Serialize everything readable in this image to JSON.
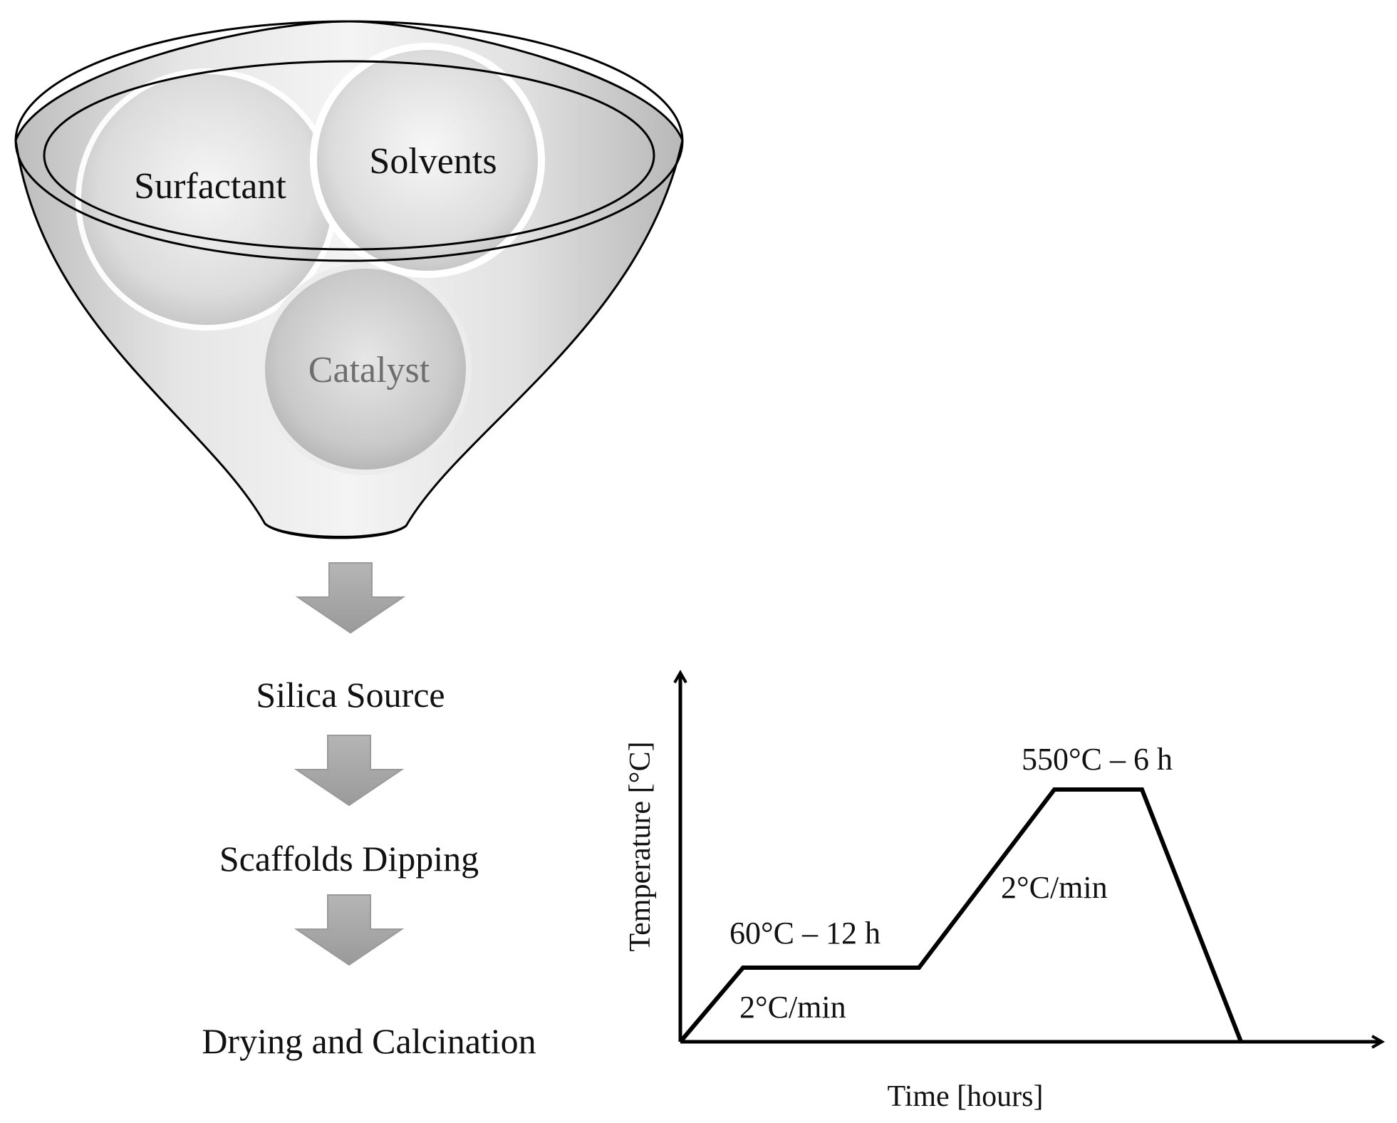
{
  "funnel": {
    "ingredients": {
      "surfactant": "Surfactant",
      "solvents": "Solvents",
      "catalyst": "Catalyst"
    }
  },
  "process_steps": {
    "step1": "Silica Source",
    "step2": "Scaffolds Dipping",
    "step3": "Drying and Calcination"
  },
  "thermal_profile": {
    "x_axis_label": "Time [hours]",
    "y_axis_label": "Temperature [°C]",
    "plateau1_label": "60°C – 12 h",
    "plateau2_label": "550°C – 6 h",
    "ramp1_label": "2°C/min",
    "ramp2_label": "2°C/min"
  },
  "colors": {
    "line": "#000000",
    "arrow_fill": "#a6a6a6",
    "funnel_fill": "#d6d6d6",
    "catalyst_text": "#6e6e6e"
  }
}
